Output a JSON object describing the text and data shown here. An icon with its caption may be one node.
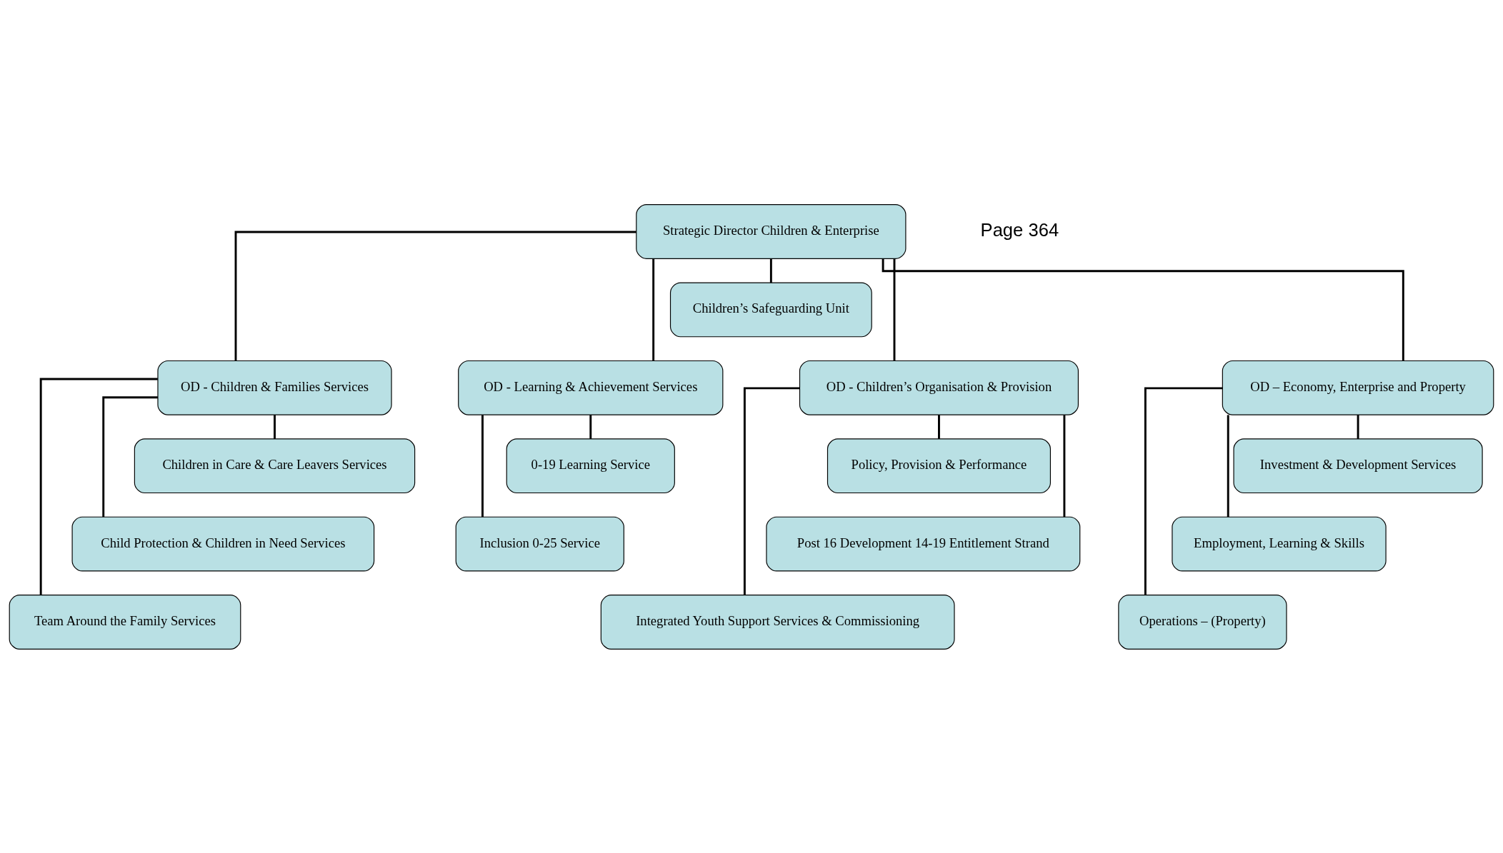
{
  "diagram": {
    "nodes": [
      {
        "text": [
          "Strategic Director Children & Enterprise"
        ]
      },
      {
        "text": [
          "Children’s Safeguarding Unit"
        ]
      },
      {
        "text": [
          "OD - Children & Families Services"
        ]
      },
      {
        "text": [
          "OD - Learning & Achievement Services"
        ]
      },
      {
        "text": [
          "OD - Children’s Organisation & Provision"
        ]
      },
      {
        "text": [
          "OD – Economy, Enterprise and Property"
        ]
      },
      {
        "text": [
          "Children in Care & Care Leavers Services"
        ]
      },
      {
        "text": [
          "Child Protection & Children in Need Services"
        ]
      },
      {
        "text": [
          "Team Around the Family Services"
        ]
      },
      {
        "text": [
          "0-19 Learning Service"
        ]
      },
      {
        "text": [
          "Inclusion 0-25 Service"
        ]
      },
      {
        "text": [
          "Policy, Provision & Performance"
        ]
      },
      {
        "text": [
          "Post 16 Development 14-19 Entitlement Strand"
        ]
      },
      {
        "text": [
          "Integrated Youth Support Services & Commissioning"
        ]
      },
      {
        "text": [
          "Investment & Development Services"
        ]
      },
      {
        "text": [
          "Employment, Learning & Skills"
        ]
      },
      {
        "text": [
          "Operations – (Property)"
        ]
      }
    ],
    "edges": [
      {
        "from": 0,
        "to": 1,
        "arrow": "none"
      },
      {
        "from": 0,
        "to": 2,
        "arrow": "none"
      },
      {
        "from": 0,
        "to": 3,
        "arrow": "none"
      },
      {
        "from": 0,
        "to": 4,
        "arrow": "none"
      },
      {
        "from": 0,
        "to": 5,
        "arrow": "none"
      },
      {
        "from": 2,
        "to": 6,
        "arrow": "none"
      },
      {
        "from": 2,
        "to": 7,
        "arrow": "none"
      },
      {
        "from": 2,
        "to": 8,
        "arrow": "none"
      },
      {
        "from": 3,
        "to": 9,
        "arrow": "none"
      },
      {
        "from": 3,
        "to": 10,
        "arrow": "none"
      },
      {
        "from": 4,
        "to": 11,
        "arrow": "none"
      },
      {
        "from": 4,
        "to": 12,
        "arrow": "none"
      },
      {
        "from": 4,
        "to": 13,
        "arrow": "none"
      },
      {
        "from": 5,
        "to": 14,
        "arrow": "none"
      },
      {
        "from": 5,
        "to": 15,
        "arrow": "none"
      },
      {
        "from": 5,
        "to": 16,
        "arrow": "none"
      }
    ],
    "labels": [
      "Page 364"
    ]
  }
}
